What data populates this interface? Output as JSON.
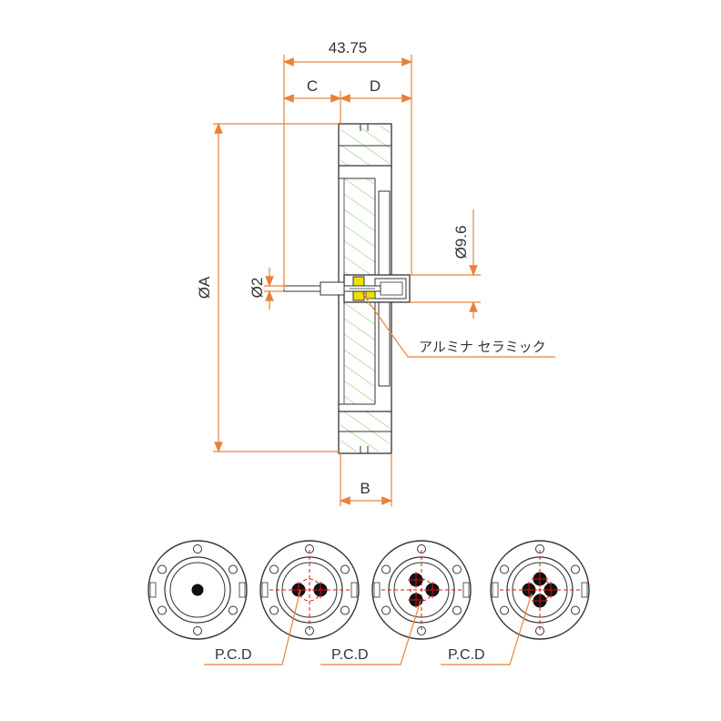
{
  "dimensions": {
    "overall_length": "43.75",
    "c": "C",
    "d": "D",
    "b": "B",
    "phi_a": "ØA",
    "phi_2": "Ø2",
    "phi_9_6": "Ø9.6"
  },
  "material_label": "アルミナ セラミック",
  "pcd_labels": [
    "P.C.D",
    "P.C.D",
    "P.C.D"
  ],
  "front_views": [
    {
      "pins": 1,
      "pcd": false
    },
    {
      "pins": 2,
      "pcd": true
    },
    {
      "pins": 3,
      "pcd": true
    },
    {
      "pins": 4,
      "pcd": true
    }
  ],
  "colors": {
    "dimension": "#e8823a",
    "hatch": "#6cc04a",
    "center_line": "#e01010",
    "insulator": "#f0e000",
    "outline": "#333333"
  }
}
